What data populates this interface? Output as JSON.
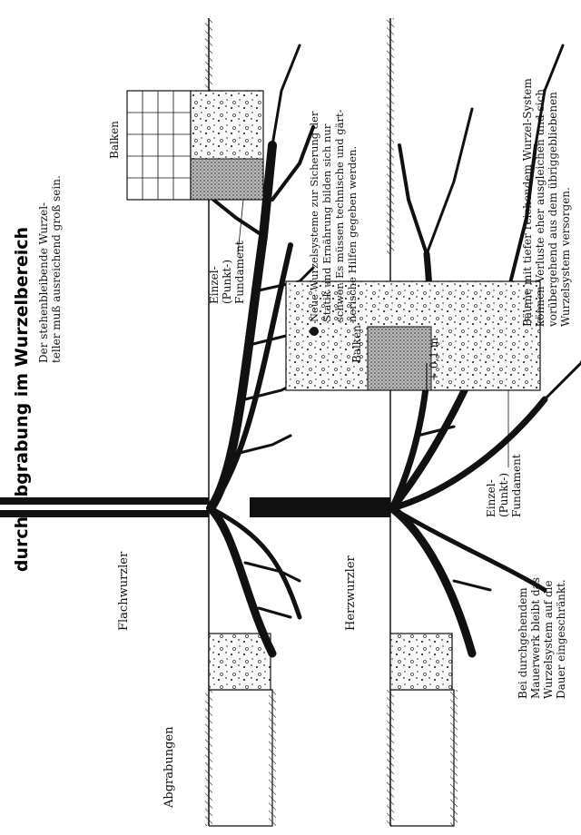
{
  "title": "durch Abgrabung im Wurzelbereich",
  "panel_top": {
    "type_label": "Flachwurzler",
    "excavation_label": "Abgrabungen",
    "beam_label": "Balken",
    "foundation_label": [
      "Einzel-",
      "(Punkt-)",
      "Fundament"
    ],
    "note": [
      "Der stehenbleibende Wurzel-",
      "teller muß ausreichend groß sein."
    ]
  },
  "panel_bottom": {
    "type_label": "Herzwurzler",
    "beam_label": "Balken",
    "clearance_label": "+ 0,1 m",
    "foundation_label": [
      "Einzel-",
      "(Punkt-)",
      "Fundament"
    ],
    "note_new_roots": [
      "Neue Wurzelsysteme zur Sicherung der",
      "Statik und Ernährung bilden sich nur",
      "schwer. Es müssen technische und gärt-",
      "nerische Hilfen gegeben werden."
    ],
    "note_wall": [
      "Bei durchgehendem",
      "Mauerwerk bleibt das",
      "Wurzelsystem auf die",
      "Dauer eingeschränkt."
    ],
    "note_deep_roots": [
      "Bäume mit tiefer reichendem Wurzel-System",
      "können Verluste eher ausgleichen und sich",
      "vorübergehend aus dem übriggebliebenen",
      "Wurzelsystem versorgen."
    ]
  }
}
